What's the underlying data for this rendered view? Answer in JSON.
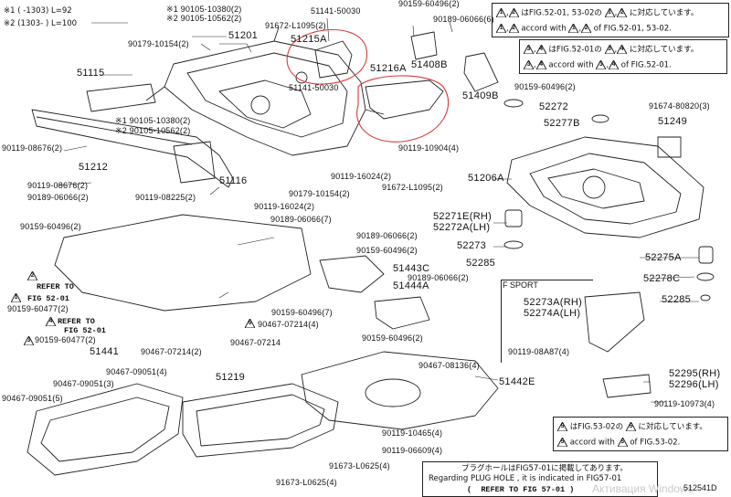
{
  "header_notes": {
    "l1": "※1 (   -1303) L=92",
    "l2": "※2 (1303-   ) L=100"
  },
  "f_sport_label": "F SPORT",
  "diagram_id": "512541D",
  "watermark": "Активация Windows",
  "refer_box": {
    "jp": "プラグホールはFIG57-01に掲載してあります。",
    "en": "Regarding PLUG HOLE , it is indicated in FIG57-01",
    "ref": "REFER TO FIG 57-01"
  },
  "note_box_1": {
    "t1": "1",
    "t2": "2",
    "jp_suffix": "はFIG.52-01, 53-02の",
    "jp_suffix2": "に対応しています。",
    "en_accord": "accord with",
    "en_of": "of FIG.52-01, 53-02."
  },
  "note_box_2": {
    "t1": "3",
    "t2": "4",
    "jp_suffix": "はFIG.52-01の",
    "jp_suffix2": "に対応しています。",
    "en_accord": "accord with",
    "en_of": "of FIG.52-01."
  },
  "note_box_3": {
    "t1": "5",
    "t2": "5",
    "jp_suffix": "はFIG.53-02の",
    "jp_suffix2": "に対応しています。",
    "en_accord": "accord with",
    "en_of": "of FIG.53-02."
  },
  "refer_left": {
    "r1": "REFER TO",
    "r1b": "FIG 52-01",
    "r2": "REFER TO",
    "r2b": "FIG 52-01",
    "t2": "2",
    "t1": "1",
    "t4": "4",
    "t3": "3",
    "t5": "5"
  },
  "labels": {
    "p_90105_10380_a": "※1 90105-10380(2)",
    "p_90105_10562_a": "※2 90105-10562(2)",
    "p_91672_L1095_a": "91672-L1095(2)",
    "p_51141_50030_a": "51141-50030",
    "p_90159_60496_top": "90159-60496(2)",
    "p_90189_06066_top": "90189-06066(6)",
    "p_51201": "51201",
    "p_51215A": "51215A",
    "p_51408B": "51408B",
    "p_90179_10154_a": "90179-10154(2)",
    "p_51115": "51115",
    "p_51216A": "51216A",
    "p_51141_50030_b": "51141-50030",
    "p_51409B": "51409B",
    "p_90159_60496_r": "90159-60496(2)",
    "p_91674_80820": "91674-80820(3)",
    "p_52272": "52272",
    "p_90105_10380_b": "※1 90105-10380(2)",
    "p_90105_10562_b": "※2 90105-10562(2)",
    "p_51249": "51249",
    "p_52277B": "52277B",
    "p_90119_08676_a": "90119-08676(2)",
    "p_90119_10904": "90119-10904(4)",
    "p_51212": "51212",
    "p_51116": "51116",
    "p_90119_16024_a": "90119-16024(2)",
    "p_91672_L1095_b": "91672-L1095(2)",
    "p_51206A": "51206A",
    "p_90119_08676_b": "90119-08676(2)",
    "p_90179_10154_b": "90179-10154(2)",
    "p_90189_06066_a": "90189-06066(2)",
    "p_90119_08225": "90119-08225(2)",
    "p_90119_16024_b": "90119-16024(2)",
    "p_90189_06066_7": "90189-06066(7)",
    "p_52271E": "52271E(RH)",
    "p_52272A": "52272A(LH)",
    "p_90159_60496_b": "90159-60496(2)",
    "p_90189_06066_c": "90189-06066(2)",
    "p_52273": "52273",
    "p_90159_60496_c": "90159-60496(2)",
    "p_52275A": "52275A",
    "p_51443C": "51443C",
    "p_52285_a": "52285",
    "p_52278C": "52278C",
    "p_90189_06066_d": "90189-06066(2)",
    "p_51444A": "51444A",
    "p_52285_b": "52285",
    "p_90159_60477_a": "90159-60477(2)",
    "p_52273A": "52273A(RH)",
    "p_52274A": "52274A(LH)",
    "p_90159_60496_d": "90159-60496(7)",
    "p_90467_07214_a": "90467-07214(4)",
    "p_90159_60477_b": "90159-60477(2)",
    "p_90159_60496_e": "90159-60496(2)",
    "p_90119_08A87": "90119-08A87(4)",
    "p_51441": "51441",
    "p_90467_07214_b": "90467-07214(2)",
    "p_90467_07214_c": "90467-07214",
    "p_90467_09051_3": "90467-09051(3)",
    "p_90467_09051_4": "90467-09051(4)",
    "p_90467_08136": "90467-08136(4)",
    "p_51442E": "51442E",
    "p_52295": "52295(RH)",
    "p_52296": "52296(LH)",
    "p_90467_09051_5": "90467-09051(5)",
    "p_51219": "51219",
    "p_90119_10973": "90119-10973(4)",
    "p_90119_10465": "90119-10465(4)",
    "p_90119_06609": "90119-06609(4)",
    "p_91673_L0625_a": "91673-L0625(4)",
    "p_91673_L0625_b": "91673-L0625(4)"
  },
  "colors": {
    "highlight": "#d93a3a",
    "ink": "#222222",
    "paper": "#ffffff"
  }
}
